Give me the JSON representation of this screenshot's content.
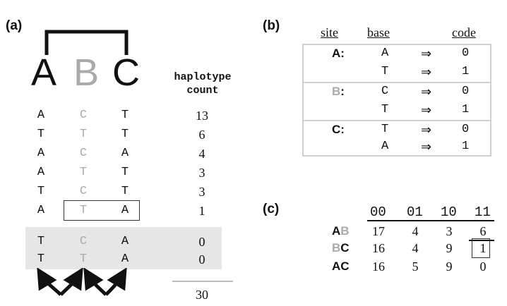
{
  "panel_a": {
    "label": "(a)",
    "sites": [
      "A",
      "B",
      "C"
    ],
    "header": {
      "line1": "haplotype",
      "line2": "count"
    },
    "rows": [
      {
        "a": "A",
        "b": "C",
        "c": "T",
        "count": "13"
      },
      {
        "a": "T",
        "b": "T",
        "c": "T",
        "count": "6"
      },
      {
        "a": "A",
        "b": "C",
        "c": "A",
        "count": "4"
      },
      {
        "a": "A",
        "b": "T",
        "c": "T",
        "count": "3"
      },
      {
        "a": "T",
        "b": "C",
        "c": "T",
        "count": "3"
      },
      {
        "a": "A",
        "b": "T",
        "c": "A",
        "count": "1"
      }
    ],
    "missing_rows": [
      {
        "a": "T",
        "b": "C",
        "c": "A",
        "count": "0"
      },
      {
        "a": "T",
        "b": "T",
        "c": "A",
        "count": "0"
      }
    ],
    "total": "30"
  },
  "panel_b": {
    "label": "(b)",
    "headers": {
      "site": "site",
      "base": "base",
      "code": "code"
    },
    "arrow": "⇒",
    "groups": [
      {
        "site": "A:",
        "entries": [
          {
            "base": "A",
            "code": "0"
          },
          {
            "base": "T",
            "code": "1"
          }
        ]
      },
      {
        "site_letter": "B",
        "site_colon": ":",
        "entries": [
          {
            "base": "C",
            "code": "0"
          },
          {
            "base": "T",
            "code": "1"
          }
        ]
      },
      {
        "site": "C:",
        "entries": [
          {
            "base": "T",
            "code": "0"
          },
          {
            "base": "A",
            "code": "1"
          }
        ]
      }
    ]
  },
  "panel_c": {
    "label": "(c)",
    "columns": [
      "00",
      "01",
      "10",
      "11"
    ],
    "rows": [
      {
        "l1": "A",
        "l2": "B",
        "values": [
          "17",
          "4",
          "3",
          "6"
        ]
      },
      {
        "l1": "B",
        "l2": "C",
        "values": [
          "16",
          "4",
          "9",
          "1"
        ]
      },
      {
        "l1": "A",
        "l2": "C",
        "values": [
          "16",
          "5",
          "9",
          "0"
        ]
      }
    ]
  },
  "colors": {
    "ink": "#111111",
    "faded": "#aaaaaa",
    "shade": "#e4e4e4",
    "rule": "#bbbbbb"
  }
}
